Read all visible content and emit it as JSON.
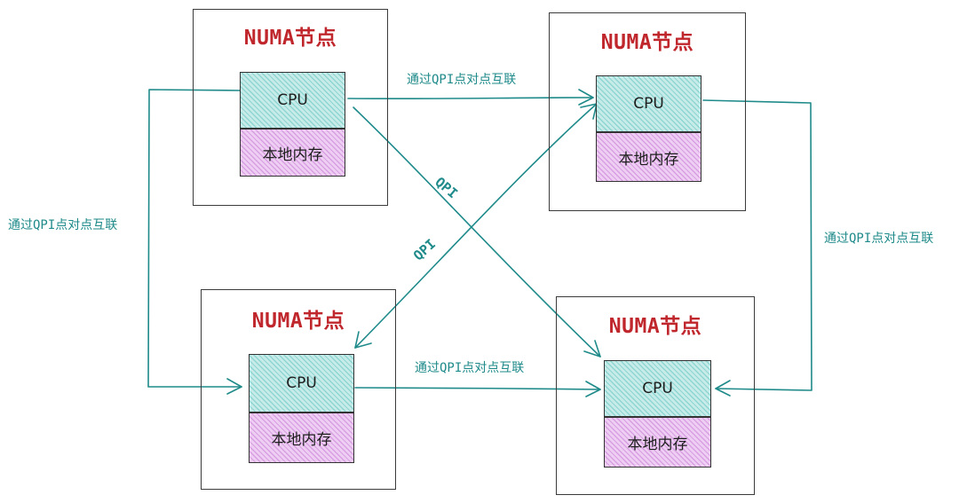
{
  "nodes": [
    {
      "title": "NUMA节点",
      "cpu": "CPU",
      "memory": "本地内存"
    },
    {
      "title": "NUMA节点",
      "cpu": "CPU",
      "memory": "本地内存"
    },
    {
      "title": "NUMA节点",
      "cpu": "CPU",
      "memory": "本地内存"
    },
    {
      "title": "NUMA节点",
      "cpu": "CPU",
      "memory": "本地内存"
    }
  ],
  "links": {
    "top": "通过QPI点对点互联",
    "bottom": "通过QPI点对点互联",
    "left": "通过QPI点对点互联",
    "right": "通过QPI点对点互联",
    "diagonal_a": "QPI",
    "diagonal_b": "QPI"
  },
  "colors": {
    "title": "#c0272d",
    "link": "#1f8a8a",
    "cpu_fill": "#c7ebe8",
    "memory_fill": "#eecff3",
    "border": "#3b3b3b"
  }
}
